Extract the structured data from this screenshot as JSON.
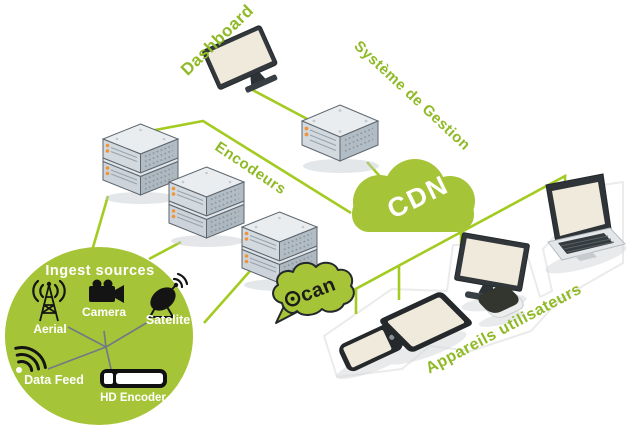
{
  "labels": {
    "dashboard": "Dashboard",
    "management_system": "Système de Gestion",
    "encoders": "Encodeurs",
    "cdn": "CDN",
    "brand_cloud": "can",
    "user_devices": "Appareils utilisateurs"
  },
  "ingest": {
    "title": "Ingest sources",
    "sources": [
      {
        "label": "Aerial",
        "icon": "antenna-tower-icon"
      },
      {
        "label": "Camera",
        "icon": "video-camera-icon"
      },
      {
        "label": "Satelite",
        "icon": "satellite-dish-icon"
      },
      {
        "label": "Data Feed",
        "icon": "data-feed-waves-icon"
      },
      {
        "label": "HD Encoder",
        "icon": "hd-encoder-bar-icon"
      }
    ]
  },
  "nodes": {
    "encoder_stack_count": 3,
    "devices": [
      "smartphone",
      "tablet",
      "desktop-monitor",
      "set-top-box",
      "laptop"
    ]
  },
  "colors": {
    "green_fill": "#a6c437",
    "green_line": "#a3cb21",
    "green_text": "#8fba26",
    "screen_cream": "#efeadb",
    "device_dark": "#2e3337",
    "led_orange": "#f0943a",
    "background": "#ffffff"
  }
}
